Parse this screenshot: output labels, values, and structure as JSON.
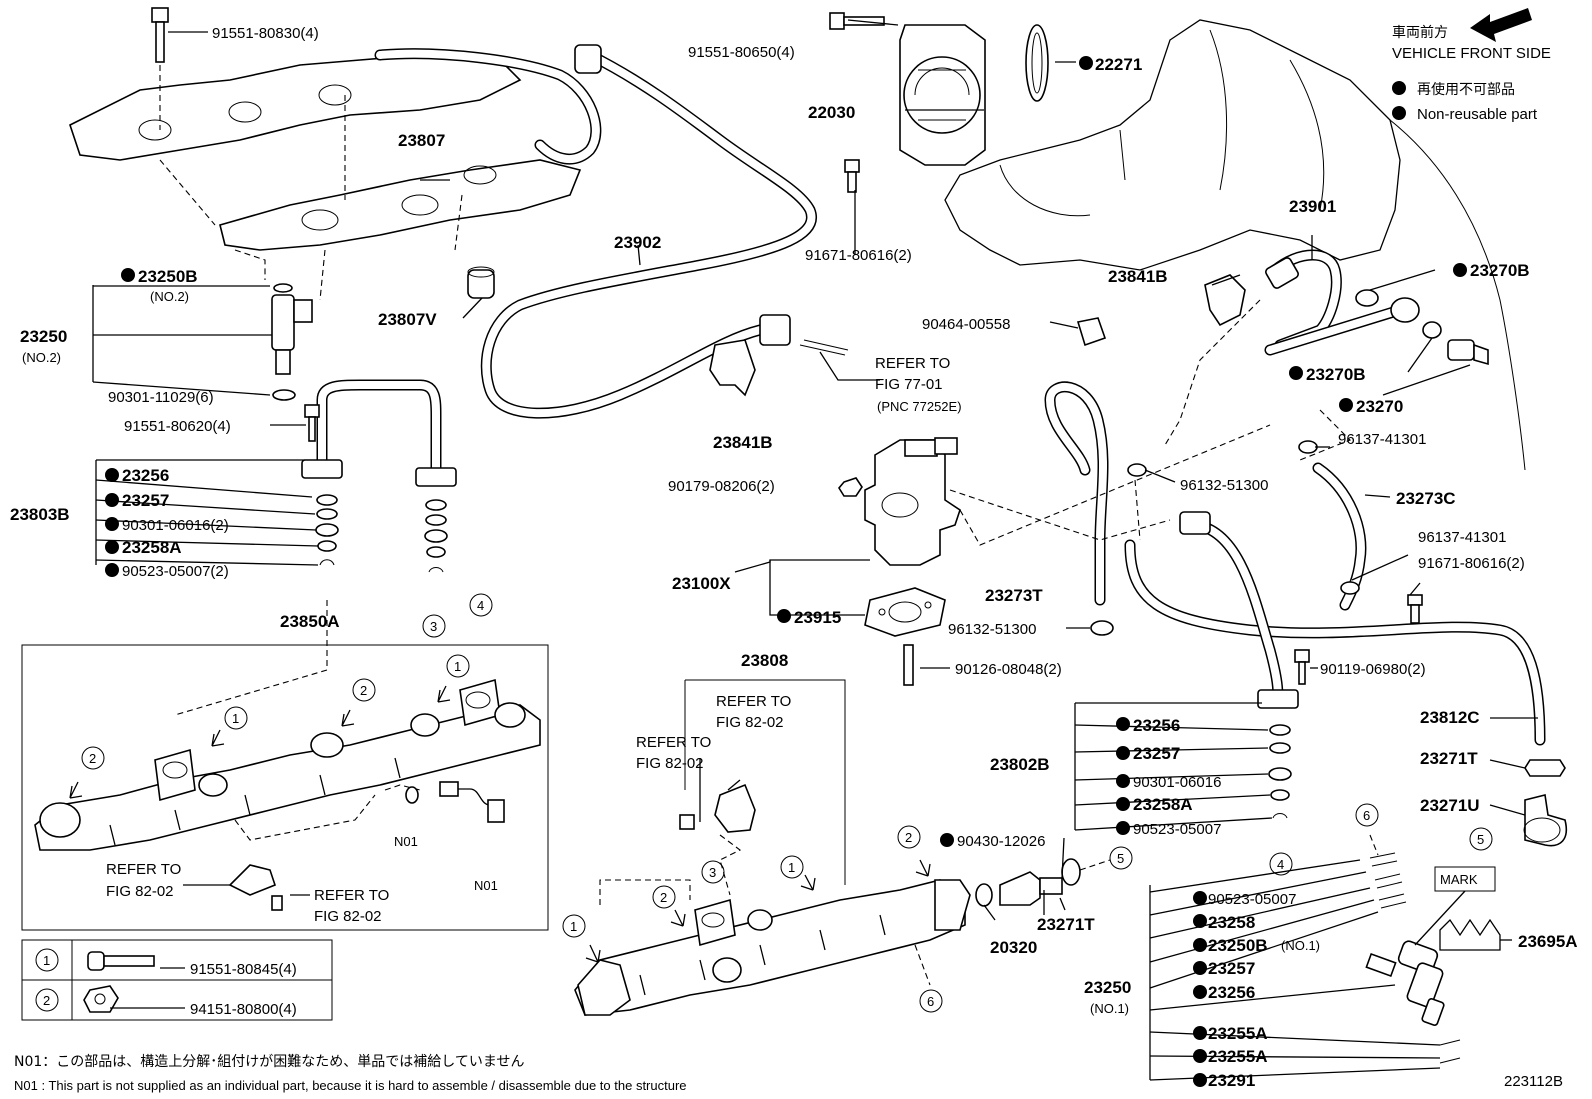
{
  "legend": {
    "front_jp": "車両前方",
    "front_en": "VEHICLE FRONT SIDE",
    "nonreuse_jp": "再使用不可部品",
    "nonreuse_en": "Non-reusable part"
  },
  "diagram_id": "223112B",
  "footnote": {
    "jp": "N01：この部品は、構造上分解･組付けが困難なため、単品では補給していません",
    "en": "N01 : This part is not supplied as an individual part, because it is hard to assemble / disassemble due to the structure"
  },
  "bolt_table": [
    {
      "num": "1",
      "part": "91551-80845(4)"
    },
    {
      "num": "2",
      "part": "94151-80800(4)"
    }
  ],
  "mark_label": "MARK",
  "labels": {
    "p91551_80830": "91551-80830(4)",
    "p91551_80650": "91551-80650(4)",
    "p22271": "22271",
    "p22030": "22030",
    "p23807": "23807",
    "p23807V": "23807V",
    "p23902": "23902",
    "p91671_80616a": "91671-80616(2)",
    "p23901": "23901",
    "p23841B_top": "23841B",
    "p23270B_a": "23270B",
    "p90464": "90464-00558",
    "p23270B_b": "23270B",
    "p23270": "23270",
    "p23250B_top": "23250B",
    "no2_a": "(NO.2)",
    "p23250_left": "23250",
    "no2_b": "(NO.2)",
    "p90301_11029": "90301-11029(6)",
    "p91551_80620": "91551-80620(4)",
    "refer_77_a": "REFER TO",
    "refer_77_b": "FIG 77-01",
    "refer_77_c": "(PNC 77252E)",
    "p23841B_mid": "23841B",
    "p96137_a": "96137-41301",
    "p96132_a": "96132-51300",
    "p23273C": "23273C",
    "p90179": "90179-08206(2)",
    "p23256_l": "23256",
    "p23257_l": "23257",
    "p90301_06016_l": "90301-06016(2)",
    "p23258A_l": "23258A",
    "p90523_l": "90523-05007(2)",
    "p23803B": "23803B",
    "p96137_b": "96137-41301",
    "p91671_80616b": "91671-80616(2)",
    "p23100X": "23100X",
    "p23273T": "23273T",
    "p23915": "23915",
    "p96132_b": "96132-51300",
    "p23850A": "23850A",
    "p90126": "90126-08048(2)",
    "p90119": "90119-06980(2)",
    "p23808": "23808",
    "refer_82_a1": "REFER TO",
    "refer_82_a2": "FIG 82-02",
    "refer_82_b1": "REFER TO",
    "refer_82_b2": "FIG 82-02",
    "p23812C": "23812C",
    "p23256_r": "23256",
    "p23257_r": "23257",
    "p23802B": "23802B",
    "p90301_06016_r": "90301-06016",
    "p23271T_a": "23271T",
    "p23258A_r": "23258A",
    "p23271U": "23271U",
    "p90523_r": "90523-05007",
    "p90430": "90430-12026",
    "n01_a": "N01",
    "n01_b": "N01",
    "refer_82_c1": "REFER TO",
    "refer_82_c2": "FIG 82-02",
    "refer_82_d1": "REFER TO",
    "refer_82_d2": "FIG 82-02",
    "p23271T_b": "23271T",
    "p20320": "20320",
    "p90523_r2": "90523-05007",
    "p23258": "23258",
    "p23250B_bot": "23250B",
    "no1_a": "(NO.1)",
    "p23695A": "23695A",
    "p23257_b": "23257",
    "p23250_bot": "23250",
    "p23256_b": "23256",
    "no1_b": "(NO.1)",
    "p23255A_a": "23255A",
    "p23255A_b": "23255A",
    "p23291": "23291"
  },
  "circles": {
    "c1": "1",
    "c2": "2",
    "c3": "3",
    "c4": "4",
    "c5": "5",
    "c6": "6"
  }
}
